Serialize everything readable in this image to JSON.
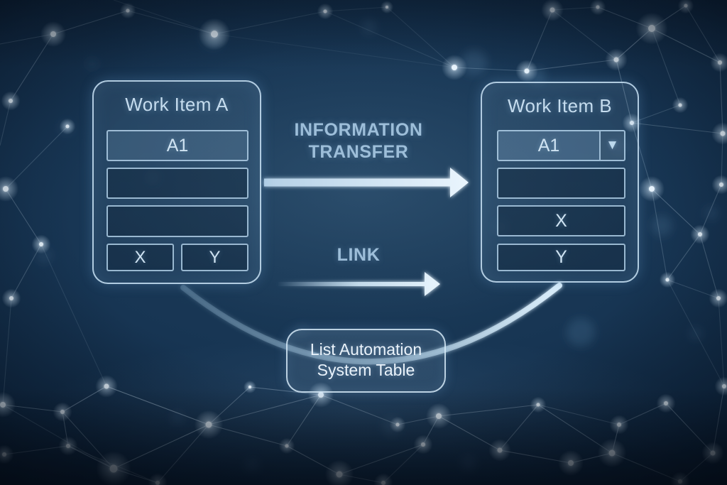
{
  "diagram": {
    "card_a": {
      "title": "Work Item A",
      "field_a1": "A1",
      "field_empty_1": "",
      "field_empty_2": "",
      "field_x": "X",
      "field_y": "Y"
    },
    "card_b": {
      "title": "Work Item B",
      "dropdown_value": "A1",
      "dropdown_arrow_icon": "▼",
      "field_empty": "",
      "field_x": "X",
      "field_y": "Y"
    },
    "connectors": {
      "information_transfer_label": "INFORMATION\nTRANSFER",
      "link_label": "LINK"
    },
    "note_box": {
      "label": "List Automation\nSystem Table"
    },
    "colors": {
      "background": "#15324d",
      "card_border": "#bed8ec",
      "field_text": "#cfe3f2",
      "label_text": "#9dbed9",
      "arrow": "#dcedf9",
      "note_text": "#eaf3fb"
    }
  }
}
